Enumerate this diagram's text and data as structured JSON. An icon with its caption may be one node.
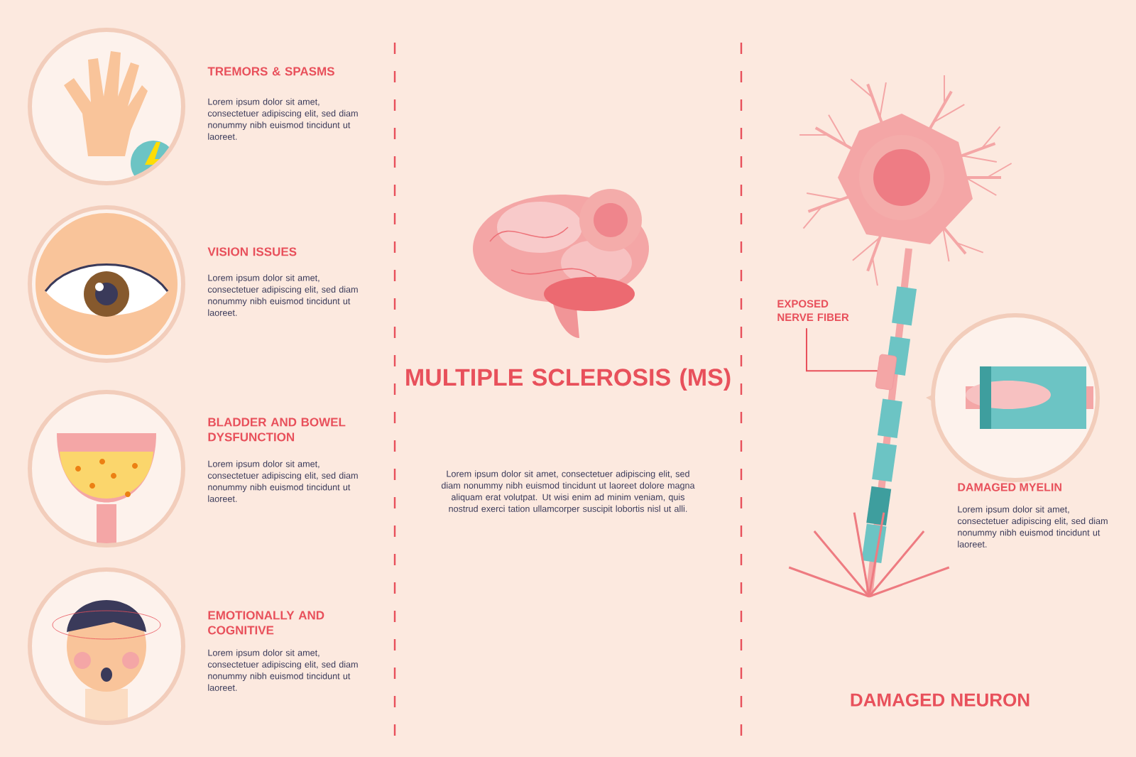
{
  "diagram": {
    "title": "MULTIPLE SCLEROSIS (MS)",
    "nodes": [
      {
        "text": [
          "EXPOSED NERVE FIBER"
        ]
      },
      {
        "text": [],
        "shape": "bar"
      }
    ],
    "edges": [
      {
        "from": 0,
        "to": 1,
        "arrow": "none"
      }
    ],
    "labels": [
      "TREMORS & SPASMS",
      "Lorem ipsum dolor sit amet, consectetuer adipiscing elit, sed diam nonummy nibh euismod tincidunt ut laoreet.",
      "VISION ISSUES",
      "Lorem ipsum dolor sit amet, consectetuer adipiscing elit, sed diam nonummy nibh euismod tincidunt ut laoreet.",
      "BLADDER AND BOWEL DYSFUNCTION",
      "Lorem ipsum dolor sit amet, consectetuer adipiscing elit, sed diam nonummy nibh euismod tincidunt ut laoreet.",
      "EMOTIONALLY AND COGNITIVE",
      "Lorem ipsum dolor sit amet, consectetuer adipiscing elit, sed diam nonummy nibh euismod tincidunt ut laoreet.",
      "Lorem ipsum dolor sit amet, consectetuer adipiscing elit, sed diam nonummy nibh euismod tincidunt ut laoreet dolore magna aliquam erat volutpat. Ut wisi enim ad minim veniam, quis nostrud exerci tation ullamcorper suscipit lobortis nisl ut alli.",
      "DAMAGED MYELIN",
      "Lorem ipsum dolor sit amet, consectetuer adipiscing elit, sed diam nonummy nibh euismod tincidunt ut laoreet.",
      "DAMAGED NEURON"
    ]
  }
}
